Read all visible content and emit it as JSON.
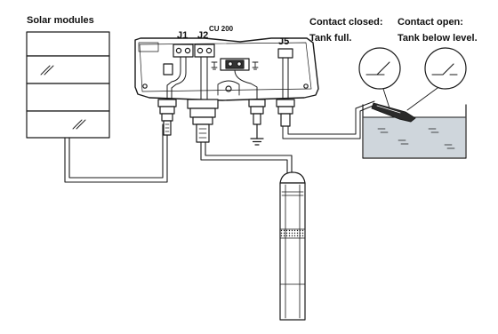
{
  "labels": {
    "solar_modules": "Solar modules",
    "controller": "CU 200",
    "terminal_j1": "J1",
    "terminal_j2": "J2",
    "terminal_j5": "J5",
    "contact_closed_title": "Contact closed:",
    "contact_closed_state": "Tank full.",
    "contact_open_title": "Contact open:",
    "contact_open_state": "Tank below level."
  },
  "colors": {
    "line": "#1a1a1a",
    "water": "#cfd6dc",
    "background": "#ffffff"
  }
}
